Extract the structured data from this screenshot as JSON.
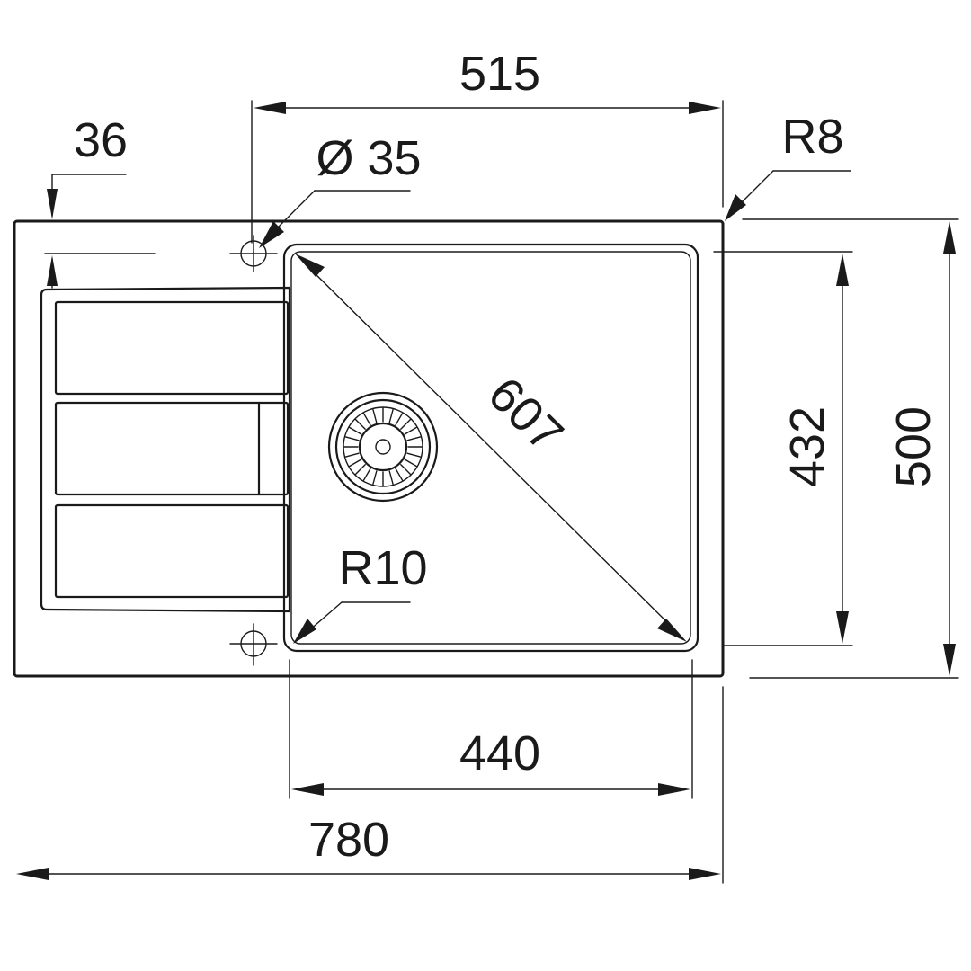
{
  "dimensions": {
    "top_width": "515",
    "drain_offset": "36",
    "tap_hole": "Ø 35",
    "corner_radius_outer": "R8",
    "diagonal": "607",
    "inner_height": "432",
    "outer_height": "500",
    "inner_radius": "R10",
    "bowl_width": "440",
    "total_width": "780"
  },
  "colors": {
    "line": "#1a1a1a",
    "background": "#ffffff"
  }
}
